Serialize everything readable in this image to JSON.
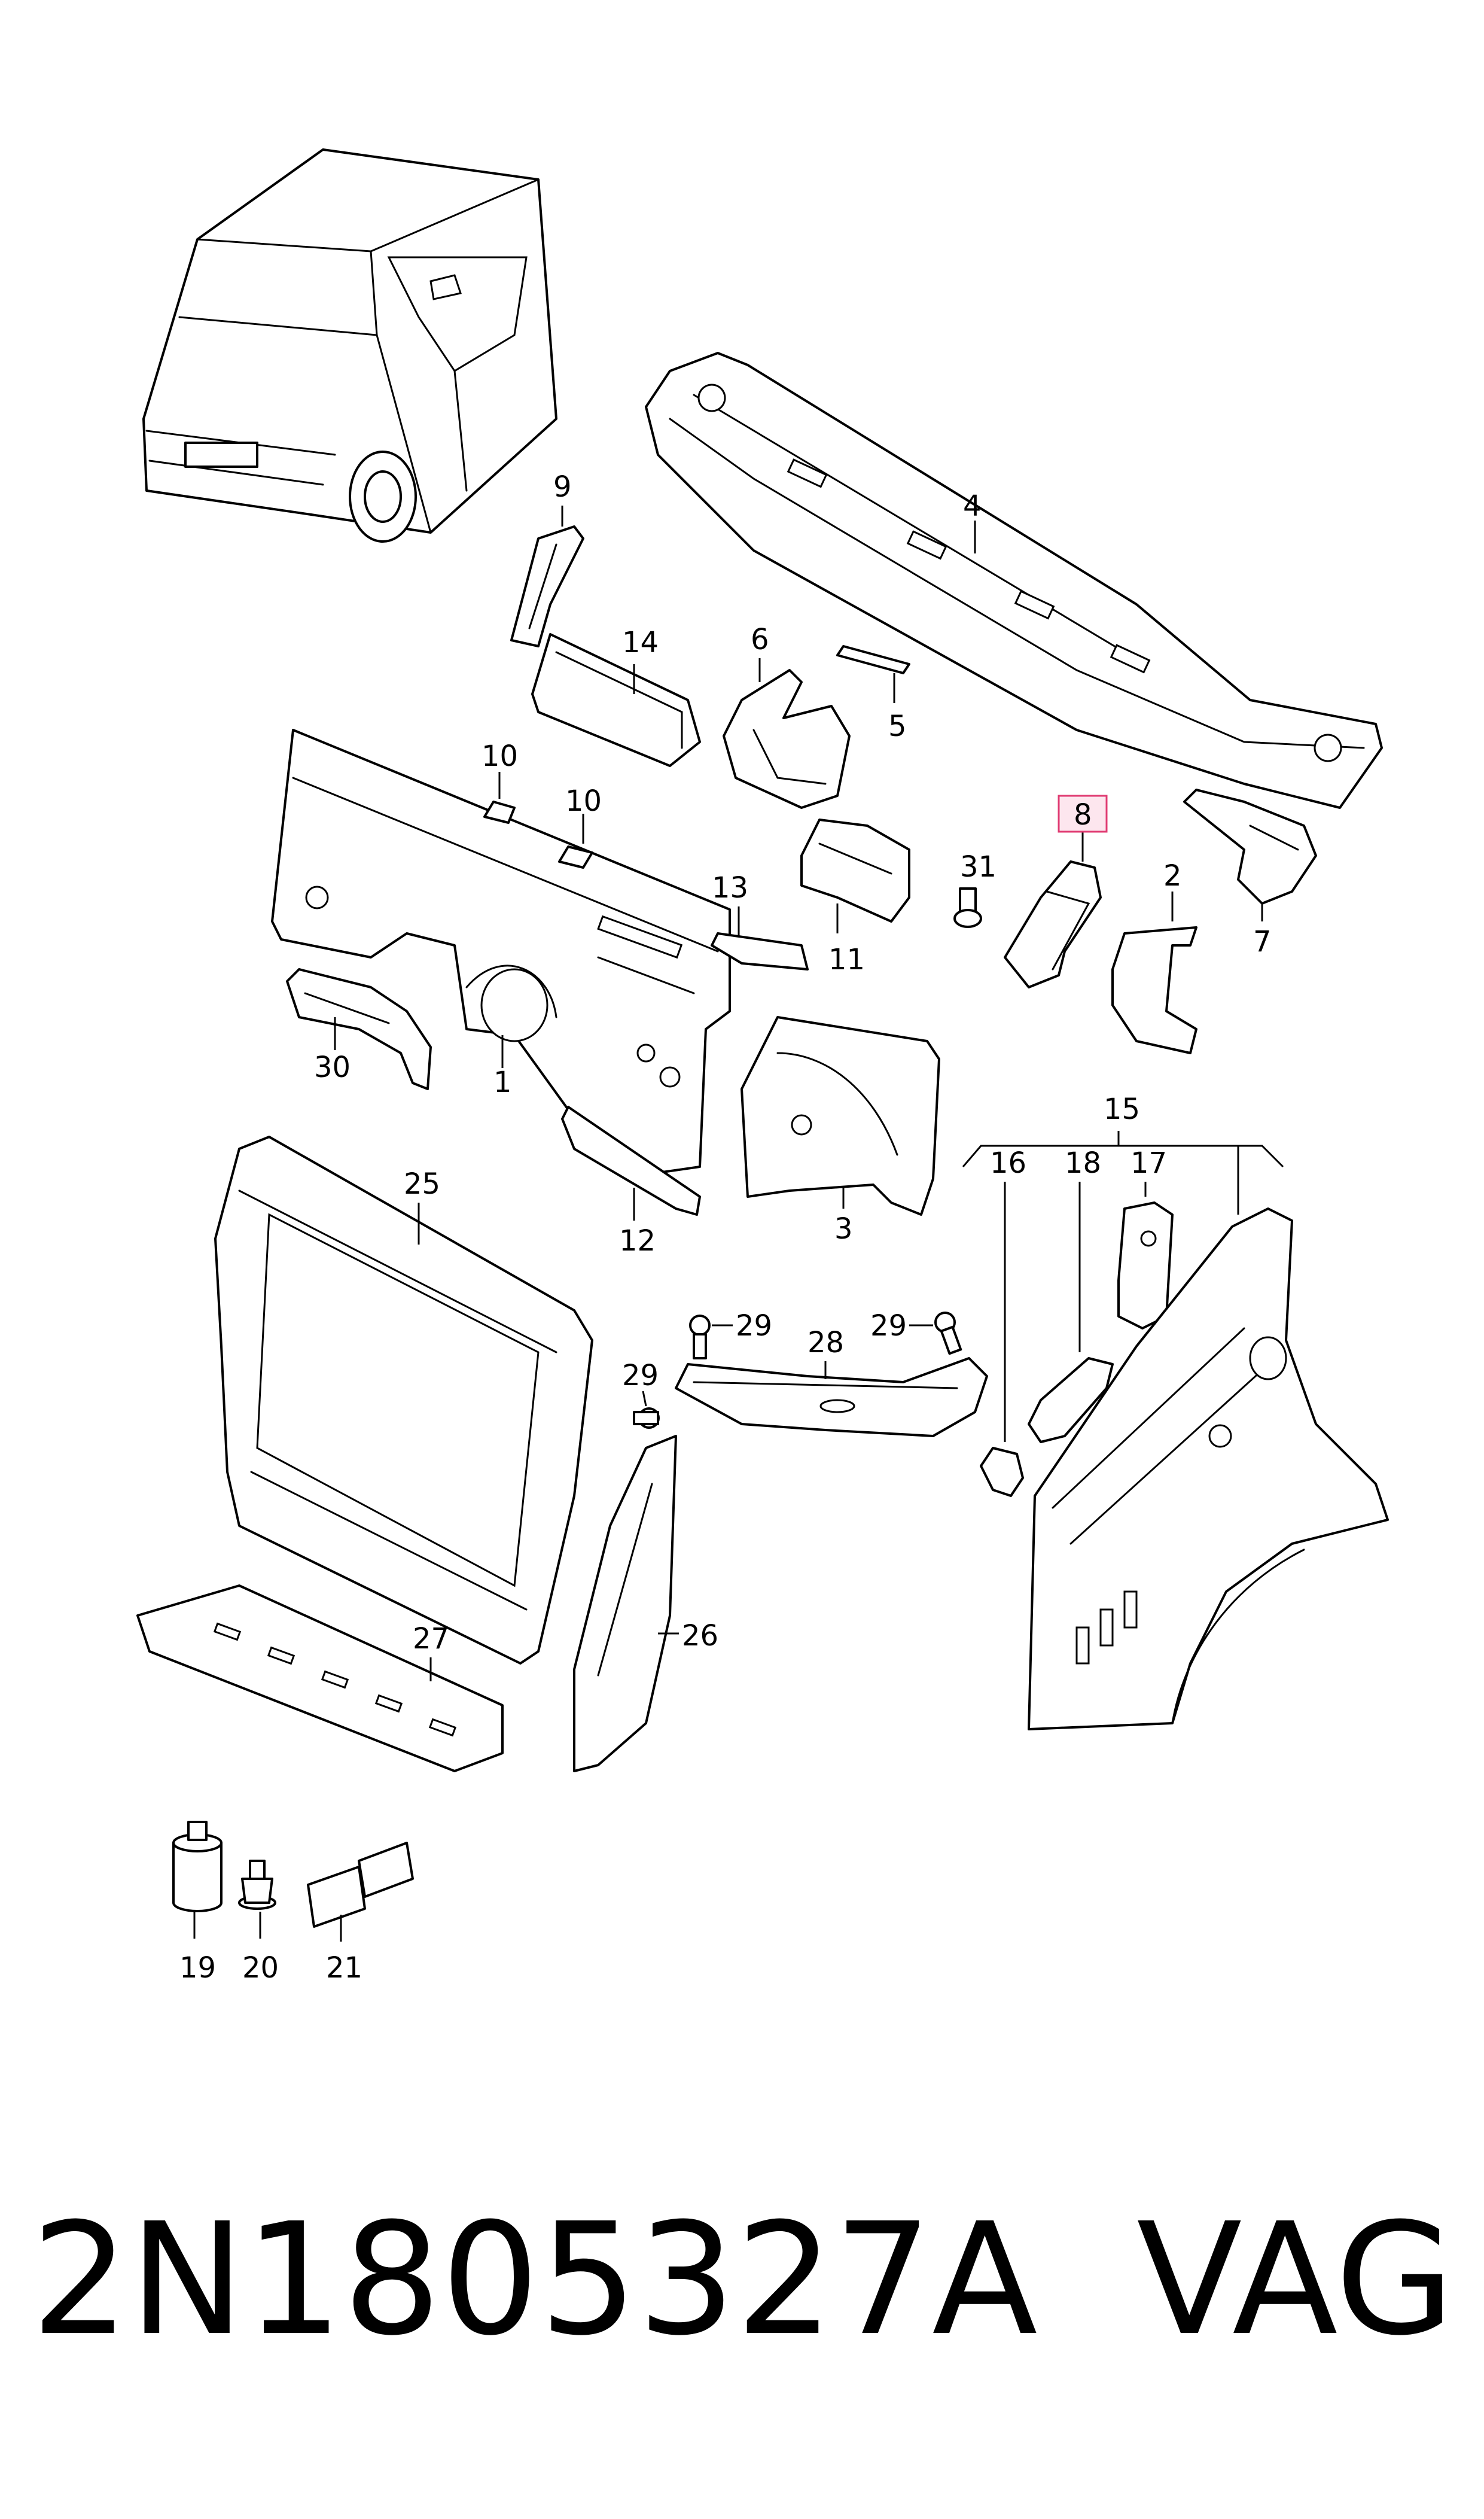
{
  "callouts": {
    "c1": "1",
    "c2": "2",
    "c3": "3",
    "c4": "4",
    "c5": "5",
    "c6": "6",
    "c7": "7",
    "c8": "8",
    "c9": "9",
    "c10a": "10",
    "c10b": "10",
    "c11": "11",
    "c12": "12",
    "c13": "13",
    "c14": "14",
    "c15": "15",
    "c16": "16",
    "c17": "17",
    "c18": "18",
    "c19": "19",
    "c20": "20",
    "c21": "21",
    "c25": "25",
    "c26": "26",
    "c27": "27",
    "c28": "28",
    "c29a": "29",
    "c29b": "29",
    "c29c": "29",
    "c30": "30",
    "c31": "31"
  },
  "highlighted_callout": "8",
  "highlight_color": "#e03b72",
  "part_number": {
    "code": "2N1805327A",
    "brand": "VAG"
  }
}
